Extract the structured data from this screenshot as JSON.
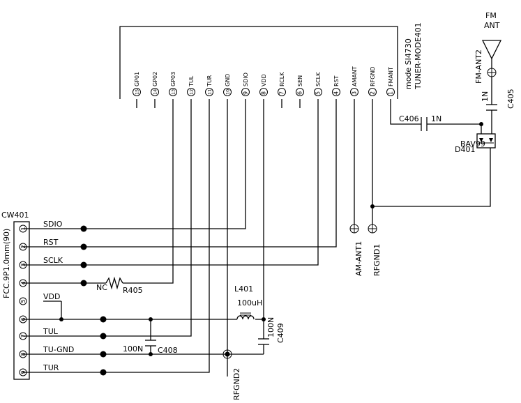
{
  "module": {
    "line1": "mode SI4730",
    "line2": "TUNER-MODE401",
    "pins": [
      {
        "num": "15",
        "name": "GP01"
      },
      {
        "num": "14",
        "name": "GP02"
      },
      {
        "num": "13",
        "name": "GP03"
      },
      {
        "num": "12",
        "name": "TUL"
      },
      {
        "num": "11",
        "name": "TUR"
      },
      {
        "num": "10",
        "name": "GND"
      },
      {
        "num": "9",
        "name": "SDIO"
      },
      {
        "num": "8",
        "name": "VDD"
      },
      {
        "num": "7",
        "name": "RCLK"
      },
      {
        "num": "6",
        "name": "SEN"
      },
      {
        "num": "5",
        "name": "SCLK"
      },
      {
        "num": "4",
        "name": "RST"
      },
      {
        "num": "3",
        "name": "AMANT"
      },
      {
        "num": "2",
        "name": "RFGND"
      },
      {
        "num": "1",
        "name": "FMANT"
      }
    ]
  },
  "connector": {
    "ref": "CW401",
    "part": "FCC.9P1.0mm(90)",
    "pins": [
      "1",
      "2",
      "3",
      "4",
      "5",
      "6",
      "7",
      "8",
      "9"
    ]
  },
  "nets": {
    "sdio": "SDIO",
    "rst": "RST",
    "sclk": "SCLK",
    "vdd": "VDD",
    "tul": "TUL",
    "tugnd": "TU-GND",
    "tur": "TUR"
  },
  "components": {
    "nc": "NC",
    "r405": "R405",
    "l401_ref": "L401",
    "l401_val": "100uH",
    "c409_ref": "C409",
    "c409_val": "100N",
    "c408_ref": "C408",
    "c408_val": "100N",
    "c406_ref": "C406",
    "c406_val": "1N",
    "c405_ref": "C405",
    "c405_val": "1N",
    "d401_type": "BAV99",
    "d401_ref": "D401"
  },
  "antenna": {
    "line1": "FM",
    "line2": "ANT",
    "fm_ant2": "FM-ANT2",
    "am_ant1": "AM-ANT1",
    "rfgnd1": "RFGND1",
    "rfgnd2": "RFGND2"
  }
}
